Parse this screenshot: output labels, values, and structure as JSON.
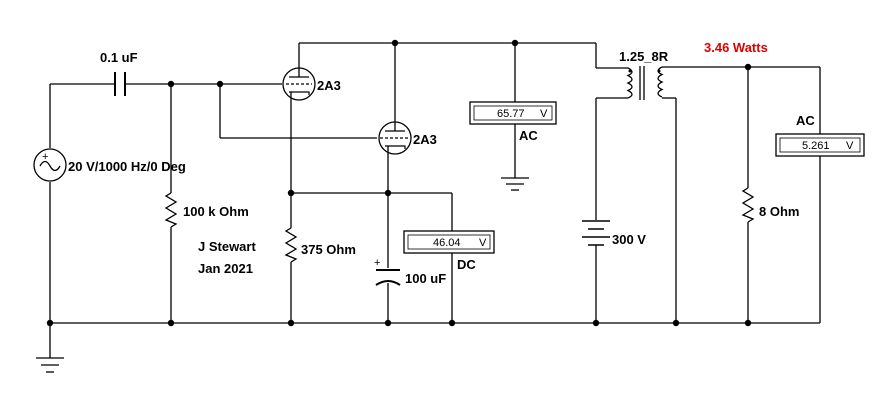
{
  "labels": {
    "cap_input": "0.1 uF",
    "source": "20 V/1000 Hz/0 Deg",
    "r_grid": "100 k Ohm",
    "author": "J Stewart",
    "date": "Jan 2021",
    "r_cathode": "375  Ohm",
    "cap_cathode": "100 uF",
    "tube1": "2A3",
    "tube2": "2A3",
    "transformer": "1.25_8R",
    "power": "3.46 Watts",
    "battery": "300 V",
    "r_load": "8  Ohm"
  },
  "meters": {
    "plate": {
      "value": "65.77",
      "unit": "V",
      "mode": "AC"
    },
    "cathode": {
      "value": "46.04",
      "unit": "V",
      "mode": "DC"
    },
    "output": {
      "value": "5.261",
      "unit": "V",
      "mode": "AC"
    }
  },
  "colors": {
    "power_label": "#e00000",
    "wire": "#000000"
  },
  "icons": [
    "ac-source-icon",
    "ground-icon",
    "capacitor-icon",
    "resistor-icon",
    "triode-icon",
    "voltmeter-icon",
    "transformer-icon",
    "battery-icon",
    "polarized-capacitor-icon"
  ]
}
